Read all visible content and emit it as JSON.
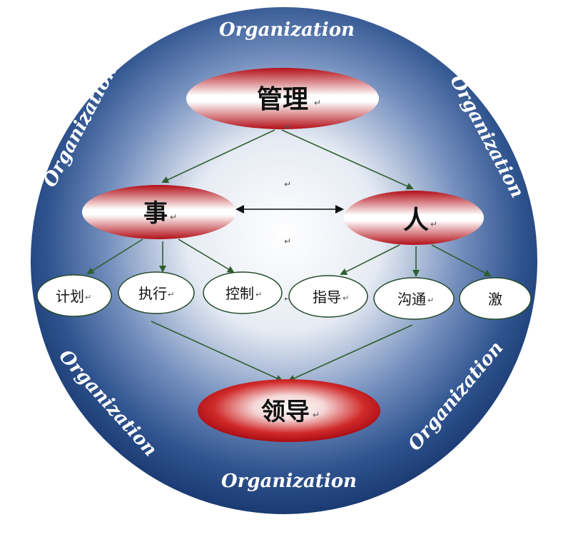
{
  "ring_word": "Organization",
  "top_node": {
    "label": "管理"
  },
  "branch_left": {
    "label": "事"
  },
  "branch_right": {
    "label": "人"
  },
  "leaves_left": [
    {
      "label": "计划"
    },
    {
      "label": "执行"
    },
    {
      "label": "控制"
    }
  ],
  "leaves_right": [
    {
      "label": "指导"
    },
    {
      "label": "沟通"
    },
    {
      "label": "激"
    }
  ],
  "bottom_node": {
    "label": "领导"
  },
  "para_mark": "↵",
  "colors": {
    "ring_dark": "#1c3f7a",
    "ring_mid": "#3a5f9e",
    "center_light": "#ffffff",
    "node_red": "#c0121c",
    "arrow_green": "#2e5e2e"
  }
}
